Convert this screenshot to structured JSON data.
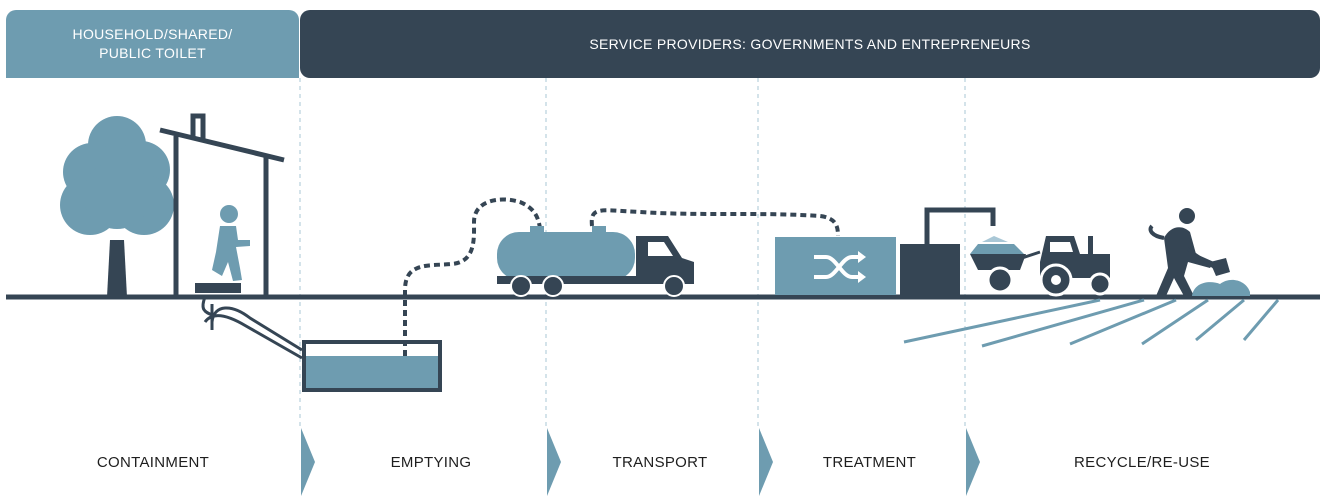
{
  "header": {
    "left_label": "HOUSEHOLD/SHARED/ PUBLIC TOILET",
    "right_label": "SERVICE PROVIDERS: GOVERNMENTS AND ENTREPRENEURS"
  },
  "stages": [
    {
      "label": "CONTAINMENT"
    },
    {
      "label": "EMPTYING"
    },
    {
      "label": "TRANSPORT"
    },
    {
      "label": "TREATMENT"
    },
    {
      "label": "RECYCLE/RE-USE"
    }
  ],
  "colors": {
    "dark": "#354554",
    "accent": "#6e9cb0",
    "light_line": "#a9c7d6"
  },
  "icons": [
    "tree-icon",
    "toilet-house-icon",
    "person-squatting-icon",
    "septic-tank-icon",
    "suction-hose-icon",
    "tanker-truck-icon",
    "treatment-plant-icon",
    "shuffle-icon",
    "wheelbarrow-icon",
    "tractor-icon",
    "farmer-shoveling-icon",
    "field-furrows-icon"
  ]
}
